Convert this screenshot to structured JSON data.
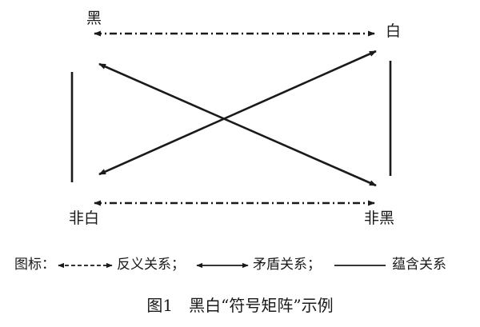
{
  "diagram": {
    "terms": {
      "top_left": "黑",
      "top_right": "白",
      "bottom_left": "非白",
      "bottom_right": "非黑"
    },
    "relations": [
      {
        "type": "contrary",
        "from": "黑",
        "to": "白",
        "style": "dash-dot",
        "arrows": "both"
      },
      {
        "type": "subcontrary",
        "from": "非白",
        "to": "非黑",
        "style": "dash-dot",
        "arrows": "both"
      },
      {
        "type": "contradiction",
        "from": "黑",
        "to": "非黑",
        "style": "solid",
        "arrows": "both"
      },
      {
        "type": "contradiction",
        "from": "白",
        "to": "非白",
        "style": "solid",
        "arrows": "both"
      },
      {
        "type": "implication",
        "from": "黑",
        "to": "非白",
        "style": "solid-plain",
        "arrows": "none"
      },
      {
        "type": "implication",
        "from": "白",
        "to": "非黑",
        "style": "solid-plain",
        "arrows": "none"
      }
    ]
  },
  "legend": {
    "prefix": "图标：",
    "items": [
      {
        "label": "反义关系；",
        "line_style": "dashed-double-arrow"
      },
      {
        "label": "矛盾关系；",
        "line_style": "solid-double-arrow"
      },
      {
        "label": "蕴含关系",
        "line_style": "solid-plain"
      }
    ]
  },
  "caption": "图1　黑白“符号矩阵”示例",
  "colors": {
    "ink": "#1a1a1a",
    "background": "#ffffff"
  }
}
